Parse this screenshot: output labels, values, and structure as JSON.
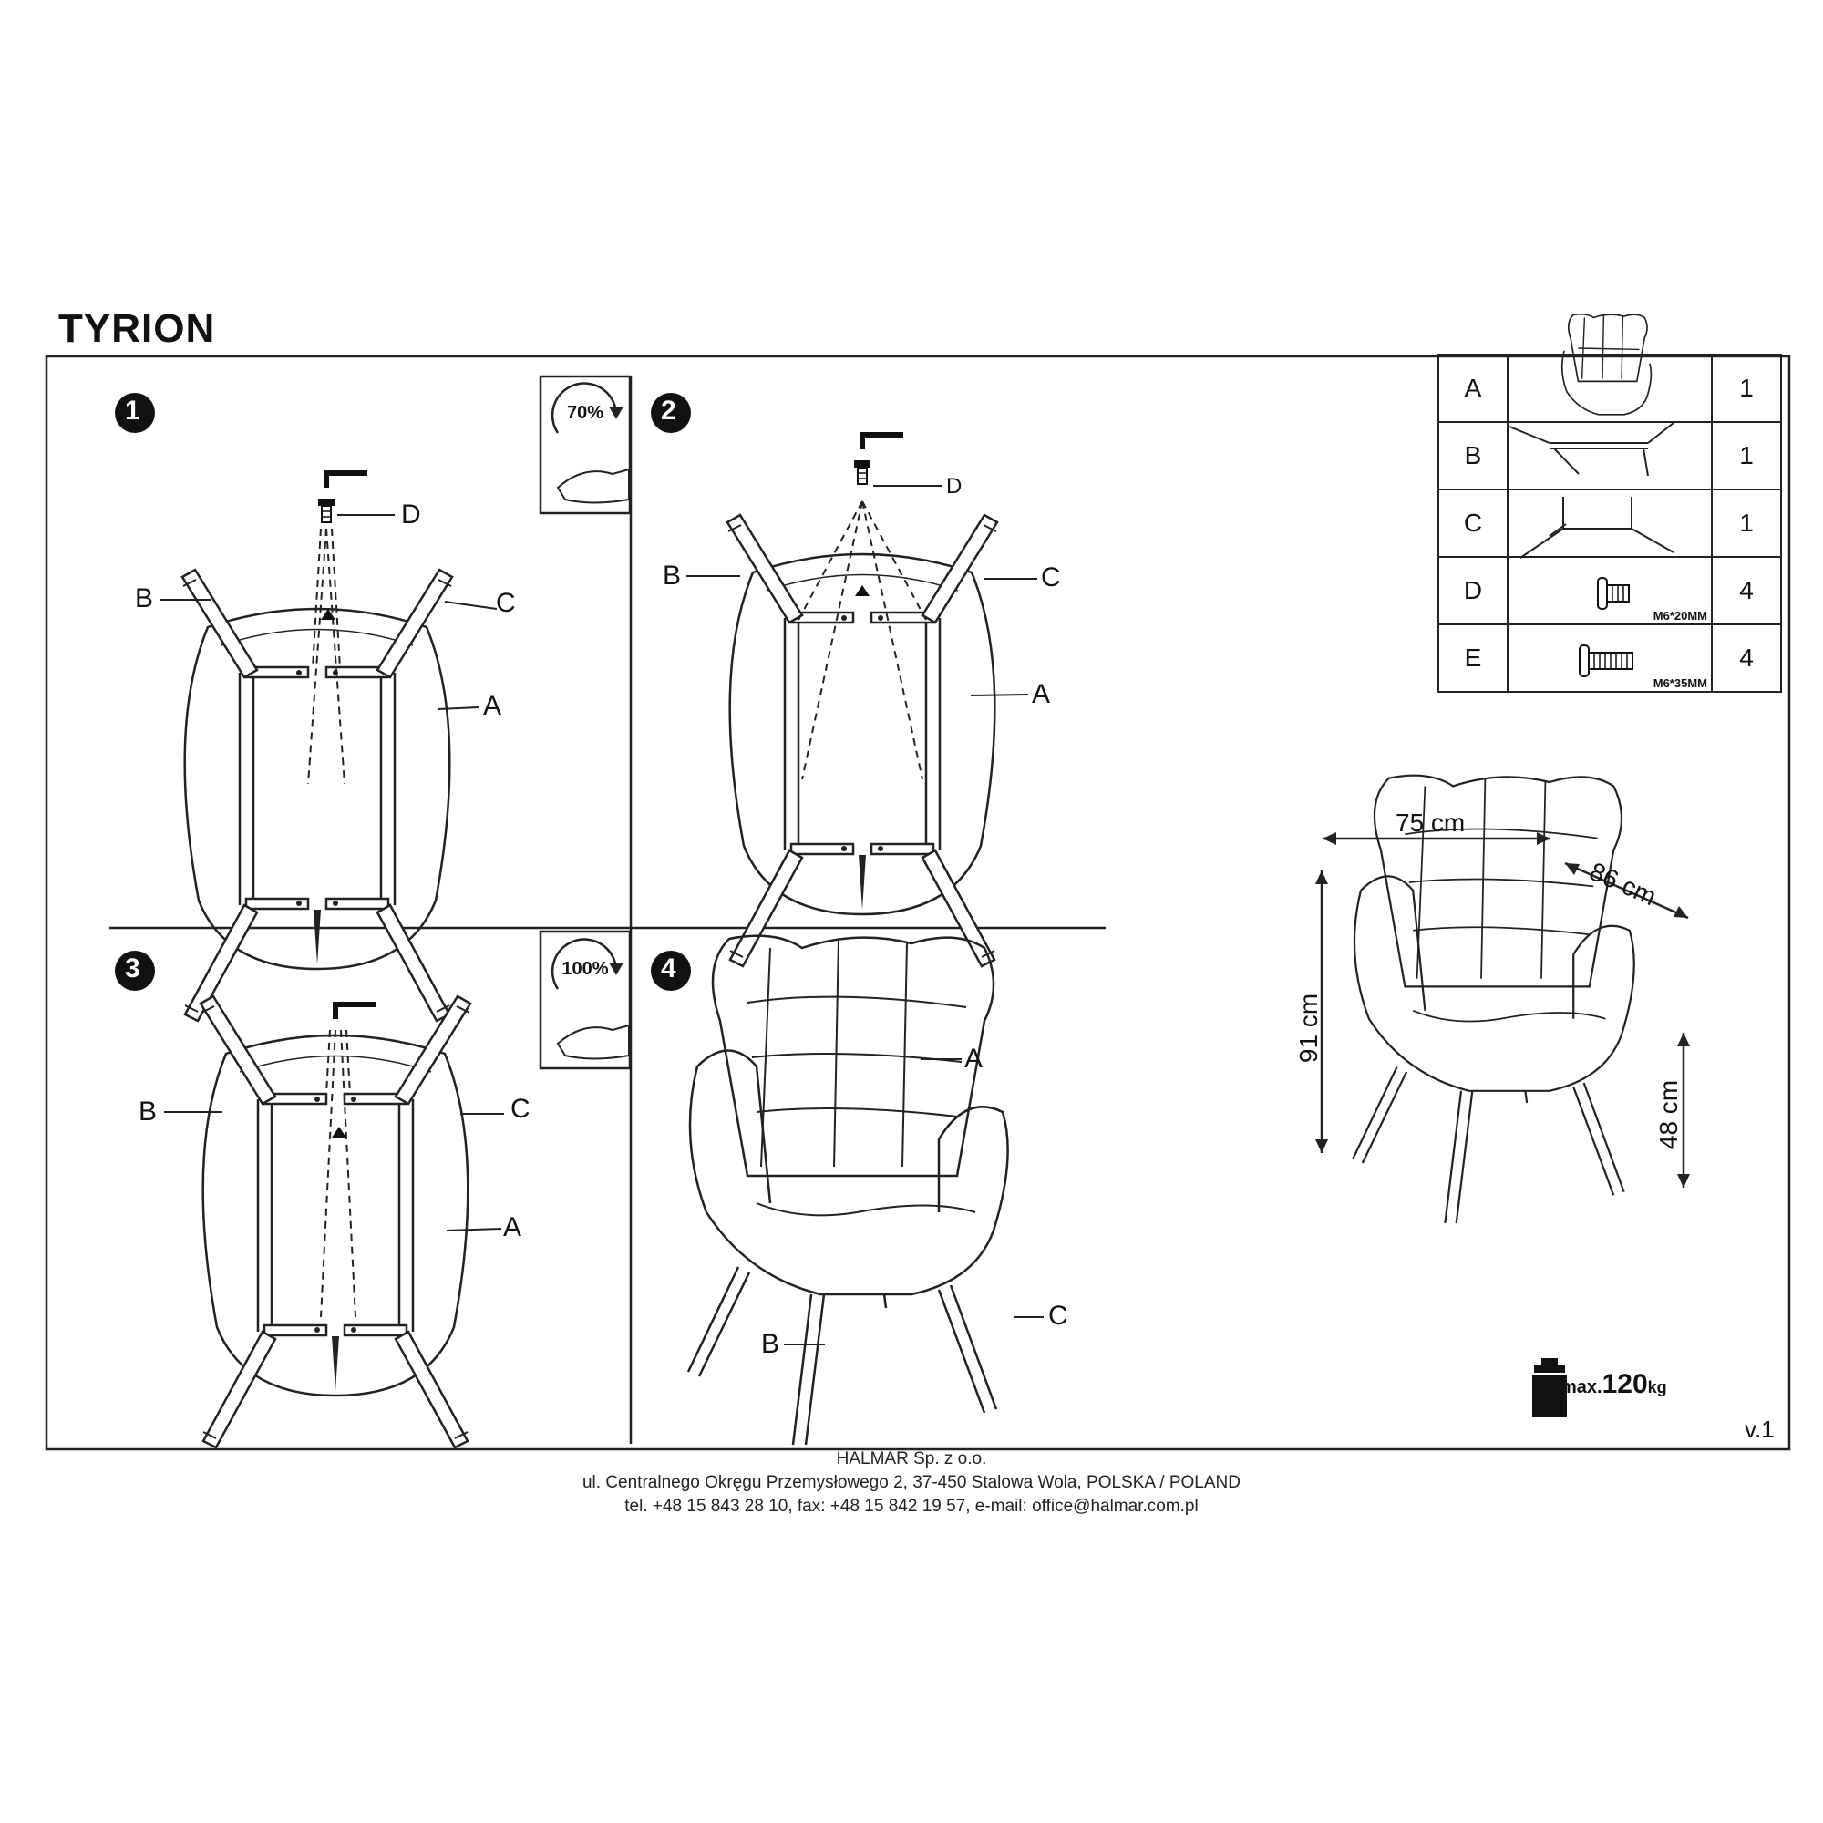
{
  "title": "TYRION",
  "version": "v.1",
  "steps": [
    {
      "number": "1",
      "labels": {
        "A": "A",
        "B": "B",
        "C": "C",
        "D": "D"
      }
    },
    {
      "number": "2",
      "labels": {
        "A": "A",
        "B": "B",
        "C": "C",
        "D": "D"
      }
    },
    {
      "number": "3",
      "labels": {
        "A": "A",
        "B": "B",
        "C": "C"
      }
    },
    {
      "number": "4",
      "labels": {
        "A": "A",
        "B": "B",
        "C": "C"
      }
    }
  ],
  "tighten_notes": [
    "70%",
    "100%"
  ],
  "parts": [
    {
      "label": "A",
      "qty": "1",
      "icon": "armchair-icon",
      "spec": ""
    },
    {
      "label": "B",
      "qty": "1",
      "icon": "leg-frame-icon",
      "spec": ""
    },
    {
      "label": "C",
      "qty": "1",
      "icon": "leg-frame-icon",
      "spec": ""
    },
    {
      "label": "D",
      "qty": "4",
      "icon": "short-bolt-icon",
      "spec": "M6*20MM"
    },
    {
      "label": "E",
      "qty": "4",
      "icon": "long-bolt-icon",
      "spec": "M6*35MM"
    }
  ],
  "dimensions": {
    "width": "75 cm",
    "depth": "86 cm",
    "height": "91 cm",
    "seat_height": "48 cm"
  },
  "max_load": {
    "prefix": "max.",
    "value": "120",
    "unit": "kg"
  },
  "footer": {
    "company": "HALMAR Sp. z o.o.",
    "address": "ul. Centralnego Okręgu Przemysłowego 2, 37-450 Stalowa Wola, POLSKA / POLAND",
    "contact": "tel. +48 15 843 28 10, fax: +48 15 842 19 57, e-mail: office@halmar.com.pl"
  }
}
